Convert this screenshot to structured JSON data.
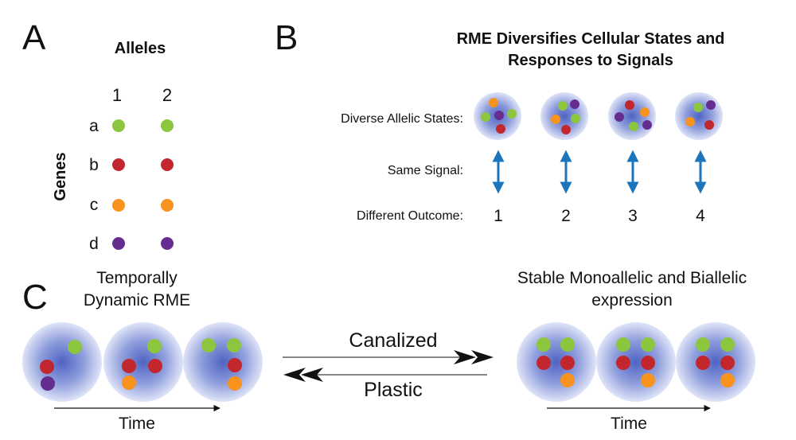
{
  "colors": {
    "gene_a": "#8cc63f",
    "gene_b": "#c1272d",
    "gene_c": "#f7931e",
    "gene_d": "#662d91",
    "arrow_blue": "#1b75bc",
    "cell_light": "#dfe4f7",
    "cell_mid": "#8f9edc",
    "cell_dark": "#4f63c2"
  },
  "panel_a": {
    "letter": "A",
    "title": "Alleles",
    "allele_labels": [
      "1",
      "2"
    ],
    "axis_label": "Genes",
    "genes": [
      {
        "letter": "a",
        "color_key": "gene_a"
      },
      {
        "letter": "b",
        "color_key": "gene_b"
      },
      {
        "letter": "c",
        "color_key": "gene_c"
      },
      {
        "letter": "d",
        "color_key": "gene_d"
      }
    ]
  },
  "panel_b": {
    "letter": "B",
    "title_line1": "RME Diversifies Cellular States and",
    "title_line2": "Responses to Signals",
    "row_labels": {
      "states": "Diverse Allelic States:",
      "signal": "Same Signal:",
      "outcome": "Different Outcome:"
    },
    "outcomes": [
      "1",
      "2",
      "3",
      "4"
    ]
  },
  "panel_c": {
    "letter": "C",
    "left_title_line1": "Temporally",
    "left_title_line2": "Dynamic RME",
    "right_title_line1": "Stable Monoallelic and Biallelic",
    "right_title_line2": "expression",
    "canalized_label": "Canalized",
    "plastic_label": "Plastic",
    "time_label": "Time"
  }
}
